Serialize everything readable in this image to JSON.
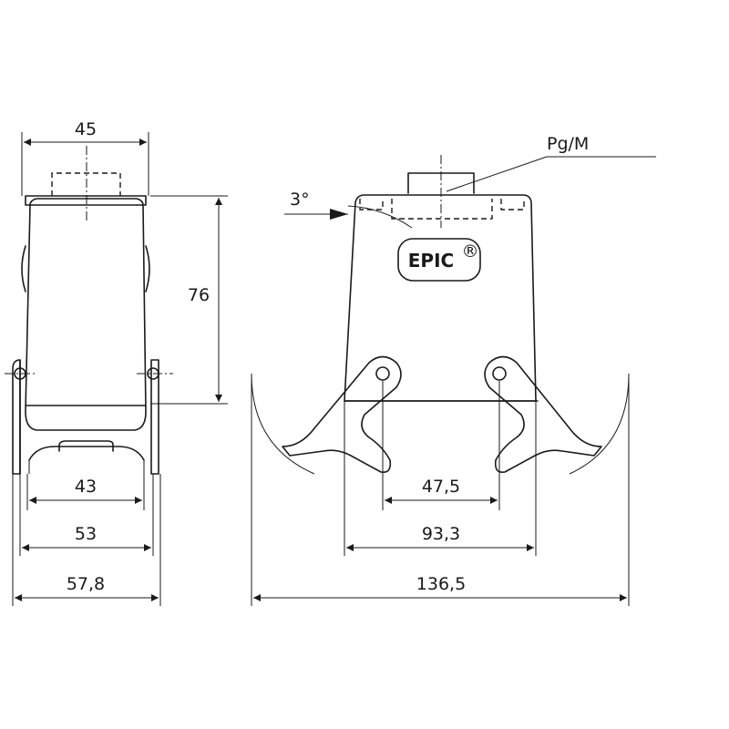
{
  "side_view": {
    "dim_top_width": "45",
    "dim_height": "76",
    "dim_inner": "43",
    "dim_mid": "53",
    "dim_outer": "57,8"
  },
  "front_view": {
    "angle_label": "3°",
    "thread_label": "Pg/M",
    "logo": "EPIC",
    "logo_mark": "®",
    "dim_hole_spacing": "47,5",
    "dim_body_width": "93,3",
    "dim_total_width": "136,5"
  }
}
